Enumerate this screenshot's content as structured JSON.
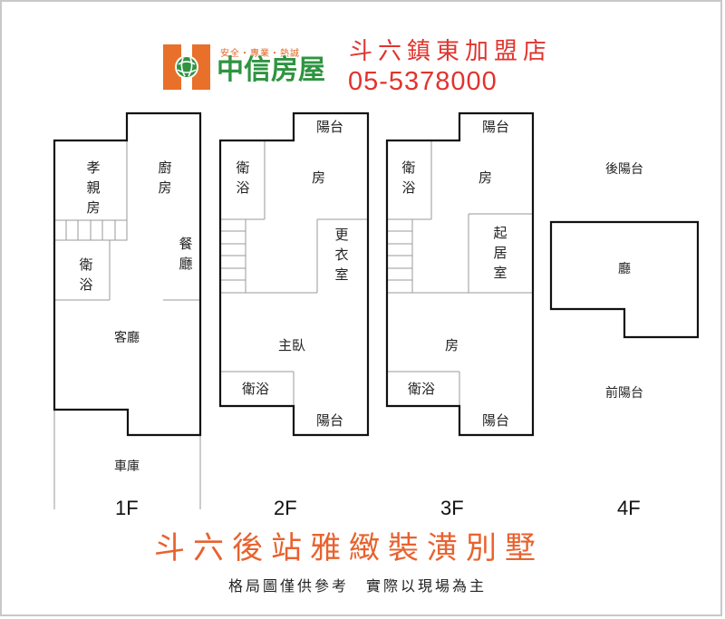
{
  "header": {
    "logo_icon": "globe-h-logo-icon",
    "slogan": "安全・專業・熱誠",
    "brand_name": "中信房屋",
    "store_name": "斗六鎮東加盟店",
    "phone": "05-5378000",
    "colors": {
      "logo_orange": "#e8702a",
      "brand_green": "#2e9440",
      "store_red": "#e0342e"
    }
  },
  "floors": {
    "f1": {
      "label": "1F",
      "rooms": {
        "elder_room": "孝親房",
        "kitchen": "廚房",
        "dining": "餐廳",
        "bathroom": "衛浴",
        "living": "客廳",
        "garage": "車庫"
      }
    },
    "f2": {
      "label": "2F",
      "rooms": {
        "balcony_back": "陽台",
        "bathroom_top": "衛浴",
        "room": "房",
        "closet": "更衣室",
        "master_bedroom": "主臥",
        "bathroom_bottom": "衛浴",
        "balcony_front": "陽台"
      }
    },
    "f3": {
      "label": "3F",
      "rooms": {
        "balcony_back": "陽台",
        "bathroom_top": "衛浴",
        "room_top": "房",
        "sitting_room": "起居室",
        "room_bottom": "房",
        "bathroom_bottom": "衛浴",
        "balcony_front": "陽台"
      }
    },
    "f4": {
      "label": "4F",
      "rooms": {
        "back_balcony": "後陽台",
        "hall": "廳",
        "front_balcony": "前陽台"
      }
    }
  },
  "footer": {
    "title": "斗六後站雅緻裝潢別墅",
    "note": "格局圖僅供參考　實際以現場為主",
    "title_color": "#e8622e"
  }
}
